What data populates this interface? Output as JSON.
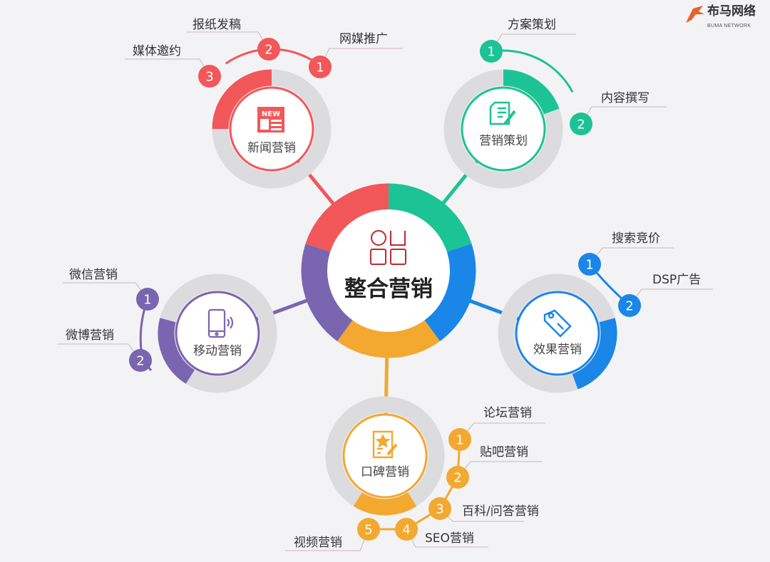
{
  "logo": {
    "name": "布马网络",
    "subtitle": "BUMA NETWORK",
    "color": "#e8622a"
  },
  "center": {
    "title": "整合营销",
    "icon": "grid-apps-icon",
    "icon_color": "#c0282d"
  },
  "colors": {
    "red": "#f2575a",
    "green": "#1cc394",
    "blue": "#1a86e8",
    "orange": "#f3a830",
    "purple": "#7a65b0",
    "gray": "#dcdcde"
  },
  "branches": {
    "news": {
      "title": "新闻营销",
      "icon": "newspaper-icon",
      "icon_text": "NEW",
      "items": [
        {
          "num": "1",
          "label": "网媒推广"
        },
        {
          "num": "2",
          "label": "报纸发稿"
        },
        {
          "num": "3",
          "label": "媒体邀约"
        }
      ]
    },
    "plan": {
      "title": "营销策划",
      "icon": "document-edit-icon",
      "items": [
        {
          "num": "1",
          "label": "方案策划"
        },
        {
          "num": "2",
          "label": "内容撰写"
        }
      ]
    },
    "effect": {
      "title": "效果营销",
      "icon": "price-tag-icon",
      "items": [
        {
          "num": "1",
          "label": "搜索竞价"
        },
        {
          "num": "2",
          "label": "DSP广告"
        }
      ]
    },
    "mobile": {
      "title": "移动营销",
      "icon": "smartphone-icon",
      "items": [
        {
          "num": "1",
          "label": "微信营销"
        },
        {
          "num": "2",
          "label": "微博营销"
        }
      ]
    },
    "wom": {
      "title": "口碑营销",
      "icon": "review-star-icon",
      "items": [
        {
          "num": "1",
          "label": "论坛营销"
        },
        {
          "num": "2",
          "label": "贴吧营销"
        },
        {
          "num": "3",
          "label": "百科/问答营销"
        },
        {
          "num": "4",
          "label": "SEO营销"
        },
        {
          "num": "5",
          "label": "视频营销"
        }
      ]
    }
  }
}
